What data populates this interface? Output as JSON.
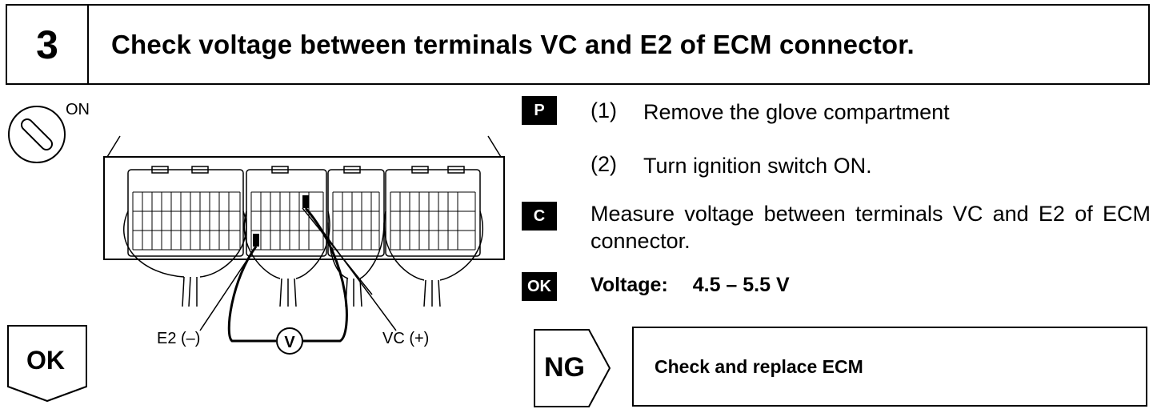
{
  "header": {
    "step_number": "3",
    "title": "Check voltage between terminals VC and E2 of ECM connector."
  },
  "diagram": {
    "ignition_label": "ON",
    "ignition_icon": "ignition-switch-icon",
    "e2_label": "E2 (–)",
    "vc_label": "VC (+)",
    "meter_label": "V"
  },
  "ok_arrow": {
    "label": "OK"
  },
  "instructions": {
    "prep_badge": "P",
    "steps": [
      {
        "num": "(1)",
        "text": "Remove the glove compartment"
      },
      {
        "num": "(2)",
        "text": "Turn ignition switch ON."
      }
    ],
    "check_badge": "C",
    "check_text": "Measure voltage between terminals VC and E2 of ECM connector.",
    "ok_badge": "OK",
    "voltage_label": "Voltage:",
    "voltage_value": "4.5 – 5.5 V"
  },
  "ng": {
    "label": "NG",
    "result": "Check and replace ECM"
  }
}
